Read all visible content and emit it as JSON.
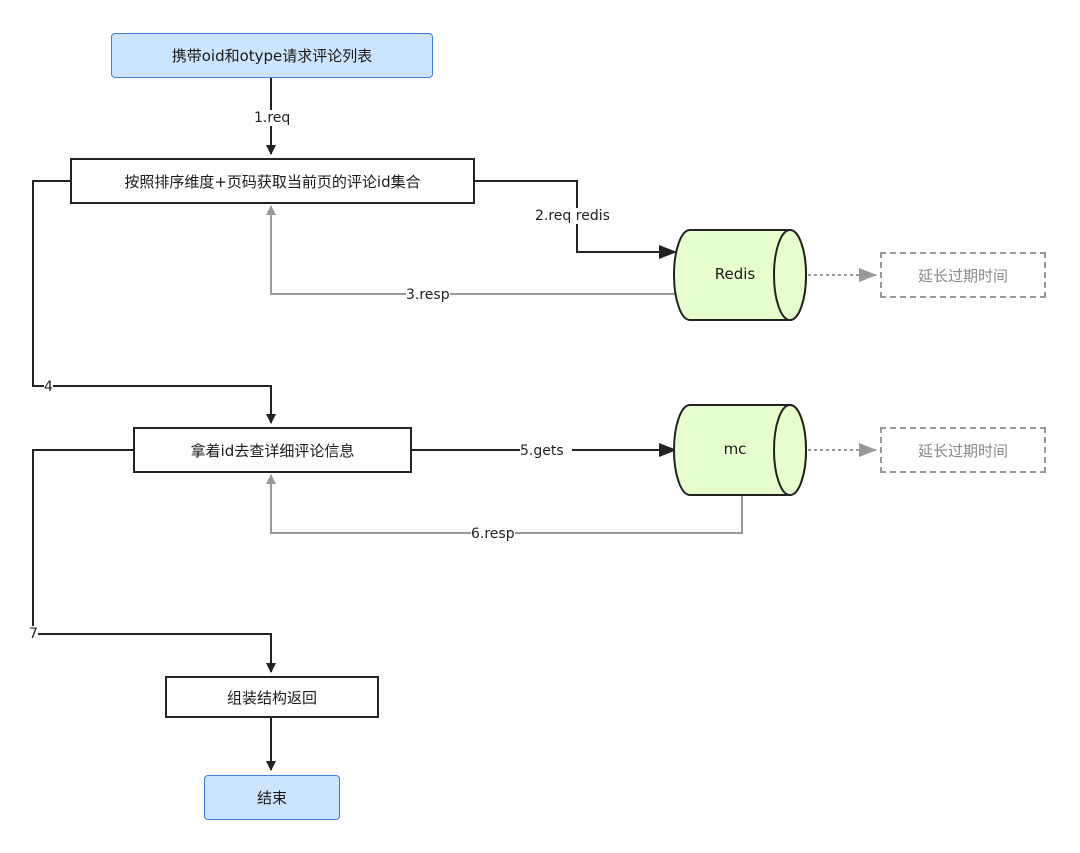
{
  "nodes": {
    "start": "携带oid和otype请求评论列表",
    "fetch_ids": "按照排序维度+页码获取当前页的评论id集合",
    "fetch_details": "拿着id去查详细评论信息",
    "assemble": "组装结构返回",
    "end": "结束"
  },
  "stores": {
    "redis": "Redis",
    "mc": "mc"
  },
  "side_notes": {
    "redis_extend": "延长过期时间",
    "mc_extend": "延长过期时间"
  },
  "edge_labels": {
    "e1": "1.req",
    "e2": "2.req redis",
    "e3": "3.resp",
    "e4": "4",
    "e5": "5.gets",
    "e6": "6.resp",
    "e7": "7"
  },
  "colors": {
    "start_fill": "#cce5ff",
    "start_border": "#3d7fd6",
    "store_fill": "#e6ffcc",
    "main_line": "#222222",
    "return_line": "#999999"
  }
}
